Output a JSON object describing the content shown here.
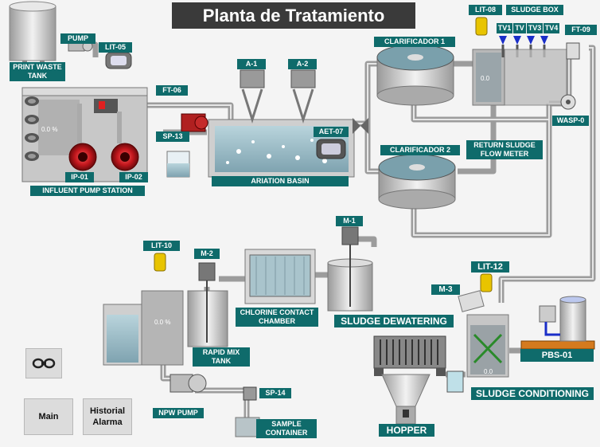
{
  "title": "Planta de Tratamiento",
  "labels": {
    "pump": "PUMP",
    "print_waste_tank": "PRINT WASTE TANK",
    "lit05": "LIT-05",
    "ft06": "FT-06",
    "a1": "A-1",
    "a2": "A-2",
    "sp13": "SP-13",
    "aet07": "AET-07",
    "ip01": "IP-01",
    "ip02": "IP-02",
    "influent_pump_station": "INFLUENT PUMP STATION",
    "aeration_basin": "ARIATION BASIN",
    "clarificador1": "CLARIFICADOR 1",
    "clarificador2": "CLARIFICADOR 2",
    "lit08": "LIT-08",
    "sludge_box": "SLUDGE BOX",
    "tv1": "TV1",
    "tv": "TV",
    "tv3": "TV3",
    "tv4": "TV4",
    "ft09": "FT-09",
    "wasp0": "WASP-0",
    "return_sludge_flow_meter": "RETURN SLUDGE FLOW METER",
    "m1": "M-1",
    "lit10": "LIT-10",
    "m2": "M-2",
    "chlorine_contact_chamber": "CHLORINE CONTACT CHAMBER",
    "sludge_dewatering": "SLUDGE DEWATERING",
    "lit12": "LIT-12",
    "m3": "M-3",
    "pbs01": "PBS-01",
    "rapid_mix_tank": "RAPID MIX TANK",
    "sludge_conditioning": "SLUDGE CONDITIONING",
    "npw_pump": "NPW PUMP",
    "sp14": "SP-14",
    "sample_container": "SAMPLE CONTAINER",
    "hopper": "HOPPER"
  },
  "readouts": {
    "influent_level": "0.0 %",
    "sludge_box_level": "0.0",
    "rapid_mix_level": "0.0 %",
    "conditioning_level": "0.0"
  },
  "nav": {
    "main": "Main",
    "historial_alarma": "Historial Alarma"
  },
  "colors": {
    "tag_bg": "#0f6b6b",
    "title_bg": "#3a3a3a",
    "pump_red": "#c0161c",
    "indicator_yellow": "#e8c400",
    "valve_blue": "#1a2ec8"
  }
}
